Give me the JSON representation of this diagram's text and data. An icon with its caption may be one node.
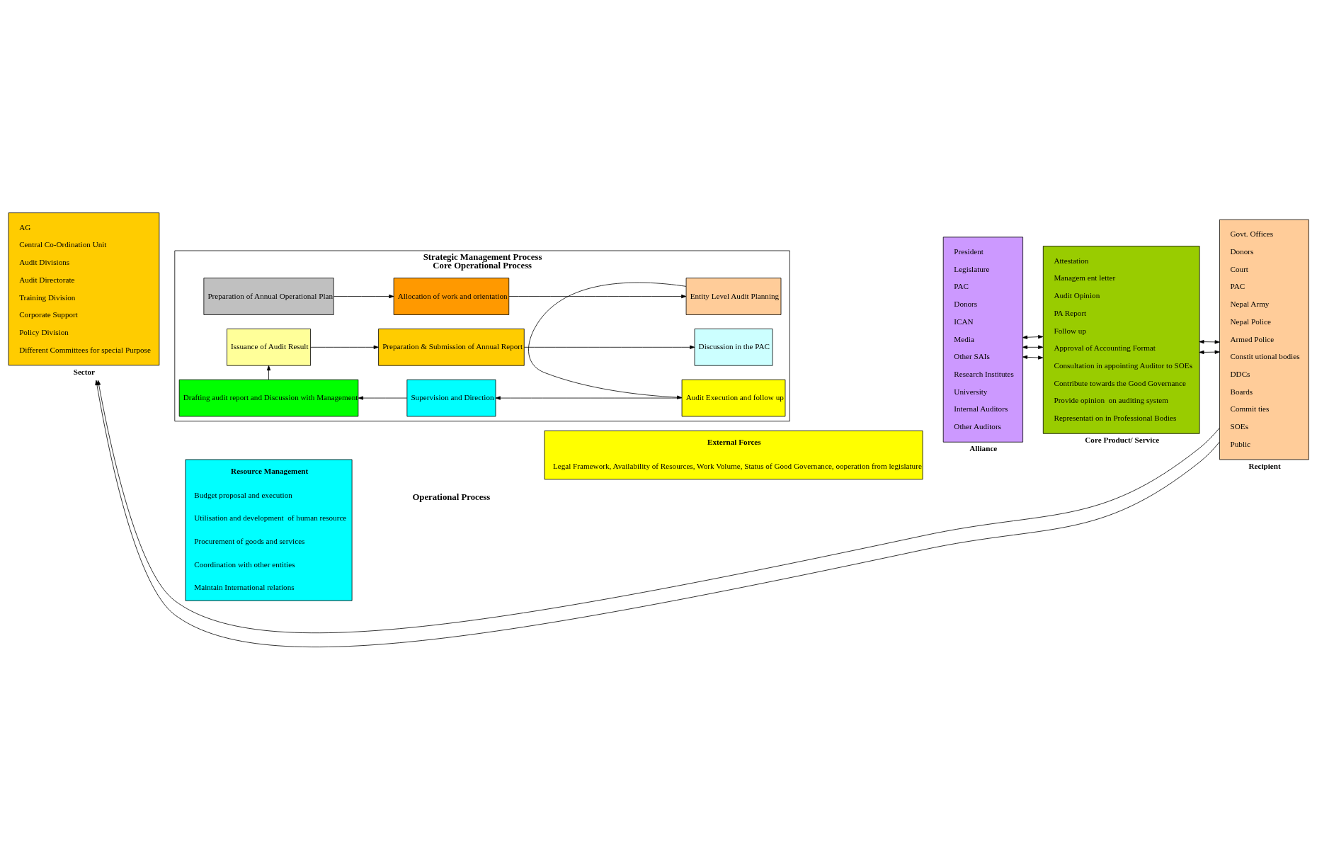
{
  "diagram": {
    "nodes": [
      {
        "text": [
          "External Forces",
          "Legal Framework, Availability of Resources, Work Volume, Status of Good Governance, ooperation from legislature"
        ]
      },
      {
        "text": [
          "AG",
          "Central Co-Ordination Unit",
          "Audit Divisions",
          "Audit Directorate",
          "Training Division",
          "Corporate Support",
          "Policy Division",
          "Different Committees for special Purpose",
          "Sector"
        ]
      },
      {
        "text": [
          "Strategic Management Process",
          "Core Operational Process"
        ]
      },
      {
        "text": [
          "Preparation of Annual Operational Plan"
        ],
        "in": 2
      },
      {
        "text": [
          "Allocation of work and orientation"
        ],
        "in": 2
      },
      {
        "text": [
          "Entity Level Audit Planning"
        ],
        "in": 2
      },
      {
        "text": [
          "Drafting audit report and Discussion with Management"
        ],
        "in": 2
      },
      {
        "text": [
          "Supervision and Direction"
        ],
        "in": 2
      },
      {
        "text": [
          "Audit Execution and follow up"
        ],
        "in": 2
      },
      {
        "text": [
          "Issuance of Audit Result"
        ],
        "in": 2
      },
      {
        "text": [
          "Preparation & Submission of Annual Report"
        ],
        "in": 2
      },
      {
        "text": [
          "Discussion in the PAC"
        ],
        "in": 2
      },
      {
        "text": [
          "Resource Management",
          "Budget proposal and execution",
          "Utilisation and development  of human resource",
          "Procurement of goods and services",
          "Coordination with other entities",
          "Maintain International relations"
        ]
      },
      {
        "text": [
          "President",
          "Legislature",
          "PAC",
          "Donors",
          "ICAN",
          "Media",
          "Other SAIs",
          "Research Institutes",
          "University",
          "Internal Auditors",
          "Other Auditors",
          "Alliance"
        ]
      },
      {
        "text": [
          "Attestation",
          "Managem ent letter",
          "Audit Opinion",
          "PA Report",
          "Follow up",
          "Approval of Accounting Format",
          "Consultation in appointing Auditor to SOEs",
          "Contribute towards the Good Governance",
          "Provide opinion  on auditing system",
          "Representati on in Professional Bodies",
          "Core Product/ Service"
        ]
      },
      {
        "text": [
          "Govt. Offices",
          "Donors",
          "Court",
          "PAC",
          "Nepal Army",
          "Nepal Police",
          "Armed Police",
          "Constit utional bodies",
          "DDCs",
          "Boards",
          "Commit ties",
          "SOEs",
          "Public",
          "Recipient"
        ]
      }
    ],
    "edges": [
      {
        "from": 3,
        "to": 4,
        "arrow": "to"
      },
      {
        "from": 4,
        "to": 5,
        "arrow": "to"
      },
      {
        "from": 5,
        "to": 8,
        "arrow": "to"
      },
      {
        "from": 8,
        "to": 7,
        "arrow": "to"
      },
      {
        "from": 7,
        "to": 6,
        "arrow": "to"
      },
      {
        "from": 6,
        "to": 9,
        "arrow": "to"
      },
      {
        "from": 9,
        "to": 10,
        "arrow": "to"
      },
      {
        "from": 10,
        "to": 11,
        "arrow": "to"
      },
      {
        "from": 13,
        "to": 14,
        "arrow": "both"
      },
      {
        "from": 13,
        "to": 14,
        "arrow": "both"
      },
      {
        "from": 13,
        "to": 14,
        "arrow": "both"
      },
      {
        "from": 14,
        "to": 15,
        "arrow": "both"
      },
      {
        "from": 14,
        "to": 15,
        "arrow": "both"
      },
      {
        "from": 15,
        "to": 1,
        "arrow": "to"
      },
      {
        "from": 15,
        "to": 1,
        "arrow": "to"
      }
    ],
    "labels": [
      "Operational Process"
    ]
  }
}
